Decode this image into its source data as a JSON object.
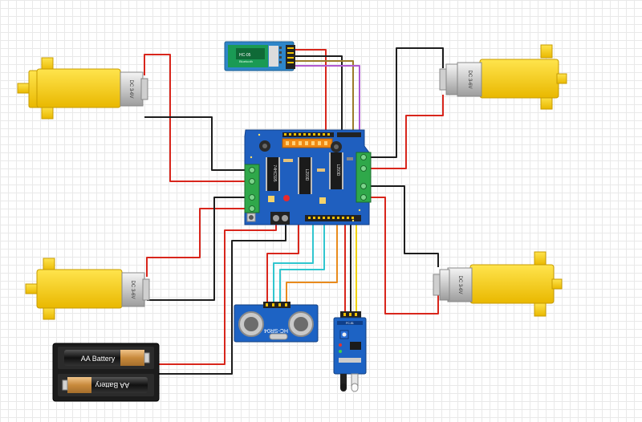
{
  "motor_label": "DC 3-6V",
  "battery_label": "AA Battery",
  "bluetooth": {
    "model": "HC-05",
    "vendor": "Bluetooth"
  },
  "ultrasonic": {
    "model": "HC-SR04"
  },
  "ir_sensor": {
    "model": "FC-51"
  },
  "shield": {
    "chip1": "74HC595",
    "chip2": "L293D",
    "chip3": "L293D"
  },
  "colors": {
    "wire_red": "#d8261c",
    "wire_black": "#1e1e1e",
    "wire_cyan": "#31c6cf",
    "wire_orange": "#e98b1d",
    "wire_yellow": "#f0d200",
    "wire_purple": "#b05ad0",
    "wire_olive": "#9a7b2a",
    "board_blue": "#1f5fbf",
    "motor_yellow": "#f7d117",
    "terminal_green": "#2fa84a"
  }
}
